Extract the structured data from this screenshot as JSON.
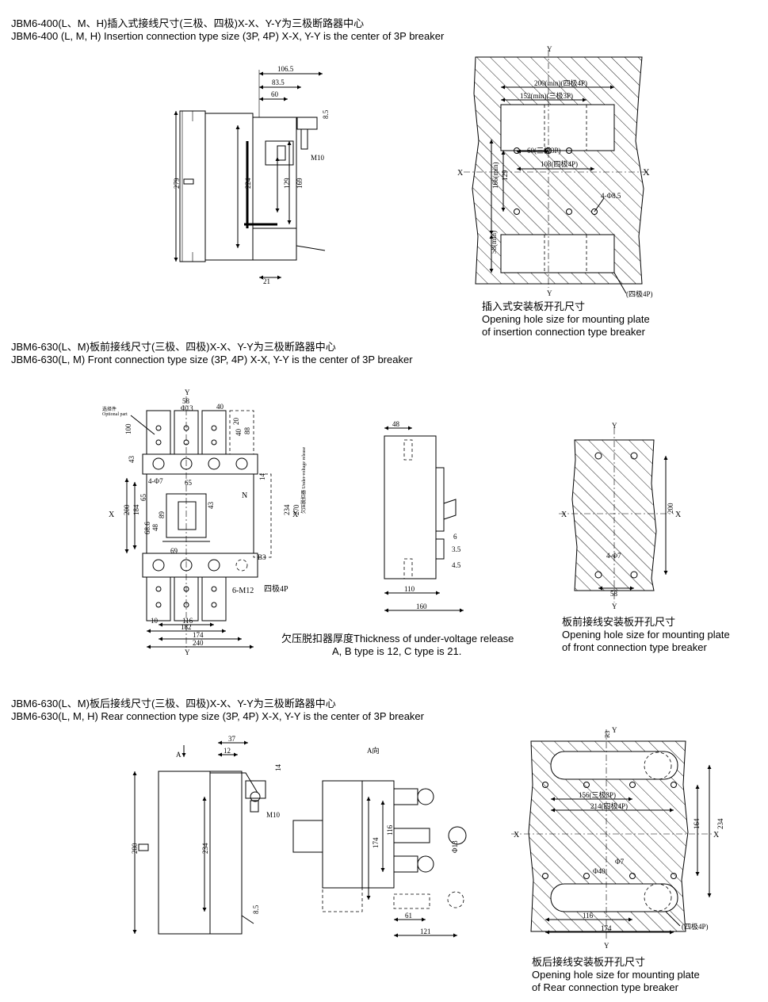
{
  "sections": {
    "s1": {
      "title_cn": "JBM6-400(L、M、H)插入式接线尺寸(三极、四极)X-X、Y-Y为三极断路器中心",
      "title_en": "JBM6-400 (L, M, H) Insertion connection type size (3P, 4P) X-X, Y-Y is the center of 3P breaker",
      "side_dims": {
        "d1": "106.5",
        "d2": "83.5",
        "d3": "60",
        "d4": "8.5",
        "d5": "279",
        "d6": "224",
        "d7": "129",
        "d8": "169",
        "d9": "21",
        "bolt": "M10"
      },
      "plate_dims": {
        "y_top": "Y",
        "y_bot": "Y",
        "x_left": "X",
        "x_right": "X",
        "w1": "200(min)(四极4P)",
        "w2": "152(min)(三极3P)",
        "h1": "60(三极3P)",
        "h2": "108(四极4P)",
        "v1": "129",
        "v2": "166(min)",
        "v3": "58(min)",
        "hole": "4-Φ8.5",
        "fourpole": "(四极4P)"
      },
      "caption_cn": "插入式安装板开孔尺寸",
      "caption_en1": "Opening hole size for mounting plate",
      "caption_en2": "of insertion connection type breaker"
    },
    "s2": {
      "title_cn": "JBM6-630(L、M)板前接线尺寸(三极、四极)X-X、Y-Y为三极断路器中心",
      "title_en": "JBM6-630(L, M) Front connection type size (3P, 4P) X-X, Y-Y is the center of 3P breaker",
      "front_dims": {
        "y_top": "Y",
        "y_bot": "Y",
        "x_left": "X",
        "x_right": "X",
        "optional_cn": "选择件",
        "optional_en": "Optional part",
        "d58": "58",
        "phi13": "Φ13",
        "d40": "40",
        "d100": "100",
        "d20": "20",
        "d40b": "40",
        "d88": "88",
        "d43": "43",
        "hole4": "4-Φ7",
        "d65": "65",
        "d65b": "65",
        "d43b": "43",
        "d200": "200",
        "d184": "184",
        "d89": "89",
        "d48": "48",
        "d68": "68.6",
        "n": "N",
        "uv": "欠压脱扣器 Under-voltage release",
        "d234": "234",
        "d270": "270",
        "d14": "14",
        "b3": "B3",
        "d69": "69",
        "m12": "6-M12",
        "fourpole": "四极4P",
        "d10": "10",
        "d116": "116",
        "d182": "182",
        "d174": "174",
        "d240": "240"
      },
      "side_dims": {
        "d48": "48",
        "d6": "6",
        "d35": "3.5",
        "d45": "4.5",
        "d110": "110",
        "d160": "160"
      },
      "uv_note1": "欠压脱扣器厚度Thickness of under-voltage release",
      "uv_note2": "A, B type is 12,  C type is 21.",
      "plate_dims": {
        "y_top": "Y",
        "y_bot": "Y",
        "x_left": "X",
        "x_right": "X",
        "d200": "200",
        "hole": "4-Φ7",
        "d58": "58"
      },
      "caption_cn": "板前接线安装板开孔尺寸",
      "caption_en1": "Opening hole size for mounting plate",
      "caption_en2": "of front connection type breaker"
    },
    "s3": {
      "title_cn": "JBM6-630(L、M)板后接线尺寸(三极、四极)X-X、Y-Y为三极断路器中心",
      "title_en": "JBM6-630(L, M, H) Rear connection type size (3P, 4P) X-X, Y-Y is the center of 3P breaker",
      "side_dims": {
        "a": "A",
        "d37": "37",
        "d12": "12",
        "d14": "14",
        "bolt": "M10",
        "d280": "280",
        "d234": "234",
        "d85": "8.5"
      },
      "view_dims": {
        "title": "A向",
        "d116": "116",
        "d174": "174",
        "phi13": "Φ13",
        "d61": "61",
        "d121": "121"
      },
      "plate_dims": {
        "y_top": "Y",
        "y_bot": "Y",
        "x_left": "X",
        "x_right": "X",
        "r3": "R3",
        "w1": "156(三极3P)",
        "w2": "214(四极4P)",
        "v1": "164",
        "v2": "234",
        "phi7": "Φ7",
        "phi40": "Φ40",
        "d116": "116",
        "d174": "174",
        "fourpole": "(四极4P)"
      },
      "caption_cn": "板后接线安装板开孔尺寸",
      "caption_en1": "Opening hole size for mounting plate",
      "caption_en2": "of Rear connection type breaker"
    }
  }
}
